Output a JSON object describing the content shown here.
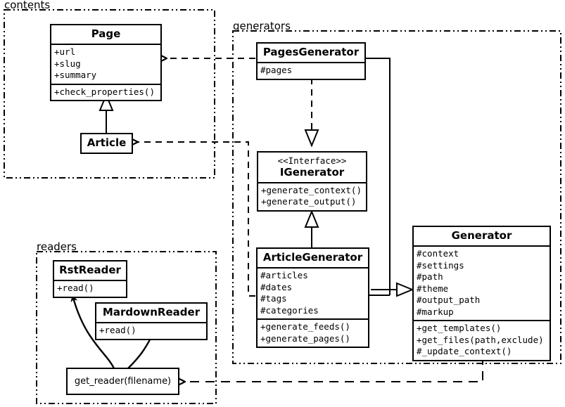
{
  "diagram": {
    "title": "Pelican architecture UML class diagram",
    "background": "#ffffff",
    "line_color": "#000000"
  },
  "packages": [
    {
      "id": "contents",
      "label": "contents"
    },
    {
      "id": "generators",
      "label": "generators"
    },
    {
      "id": "readers",
      "label": "readers"
    }
  ],
  "classes": {
    "page": {
      "name": "Page",
      "attributes": [
        "+url",
        "+slug",
        "+summary"
      ],
      "methods": [
        "+check_properties()"
      ]
    },
    "article": {
      "name": "Article",
      "attributes": [],
      "methods": []
    },
    "pages_generator": {
      "name": "PagesGenerator",
      "attributes": [
        "#pages"
      ],
      "methods": []
    },
    "igenerator": {
      "stereotype": "<<Interface>>",
      "name": "IGenerator",
      "attributes": [],
      "methods": [
        "+generate_context()",
        "+generate_output()"
      ]
    },
    "article_generator": {
      "name": "ArticleGenerator",
      "attributes": [
        "#articles",
        "#dates",
        "#tags",
        "#categories"
      ],
      "methods": [
        "+generate_feeds()",
        "+generate_pages()"
      ]
    },
    "generator": {
      "name": "Generator",
      "attributes": [
        "#context",
        "#settings",
        "#path",
        "#theme",
        "#output_path",
        "#markup"
      ],
      "methods": [
        "+get_templates()",
        "+get_files(path,exclude)",
        "#_update_context()"
      ]
    },
    "rst_reader": {
      "name": "RstReader",
      "attributes": [],
      "methods": [
        "+read()"
      ]
    },
    "mardown_reader": {
      "name": "MardownReader",
      "attributes": [],
      "methods": [
        "+read()"
      ]
    },
    "get_reader": {
      "name": "get_reader(filename)"
    }
  },
  "relations": [
    {
      "id": "article-inherits-page",
      "type": "generalization",
      "from": "Article",
      "to": "Page"
    },
    {
      "id": "pagesgenerator-realizes-igenerator",
      "type": "realization",
      "from": "PagesGenerator",
      "to": "IGenerator"
    },
    {
      "id": "articlegenerator-inherits-igenerator",
      "type": "generalization",
      "from": "ArticleGenerator",
      "to": "IGenerator"
    },
    {
      "id": "pagesgenerator-inherits-generator",
      "type": "generalization",
      "from": "PagesGenerator",
      "to": "Generator"
    },
    {
      "id": "articlegenerator-inherits-generator",
      "type": "generalization",
      "from": "ArticleGenerator",
      "to": "Generator"
    },
    {
      "id": "pagesgenerator-depends-page",
      "type": "dependency",
      "from": "PagesGenerator",
      "to": "Page"
    },
    {
      "id": "articlegenerator-depends-article",
      "type": "dependency",
      "from": "ArticleGenerator",
      "to": "Article"
    },
    {
      "id": "generator-depends-get_reader",
      "type": "dependency",
      "from": "Generator",
      "to": "get_reader(filename)"
    },
    {
      "id": "get_reader-creates-rstreader",
      "type": "usage",
      "from": "get_reader(filename)",
      "to": "RstReader"
    },
    {
      "id": "get_reader-creates-mardownreader",
      "type": "usage",
      "from": "get_reader(filename)",
      "to": "MardownReader"
    }
  ]
}
